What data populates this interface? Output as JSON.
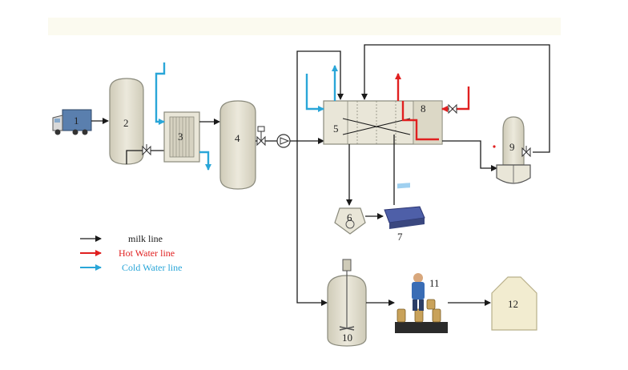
{
  "units": {
    "u1": "1",
    "u2": "2",
    "u3": "3",
    "u4": "4",
    "u5": "5",
    "u6": "6",
    "u7": "7",
    "u8": "8",
    "u9": "9",
    "u10": "10",
    "u11": "11",
    "u12": "12"
  },
  "legend": {
    "milk": "milk line",
    "hot": "Hot Water line",
    "cold": "Cold Water line"
  },
  "colors": {
    "milk": "#1a1a1a",
    "hot": "#e02020",
    "cold": "#2aa6d8",
    "vessel": "#e6e3d4",
    "vessel_stroke": "#8a8a7c"
  }
}
